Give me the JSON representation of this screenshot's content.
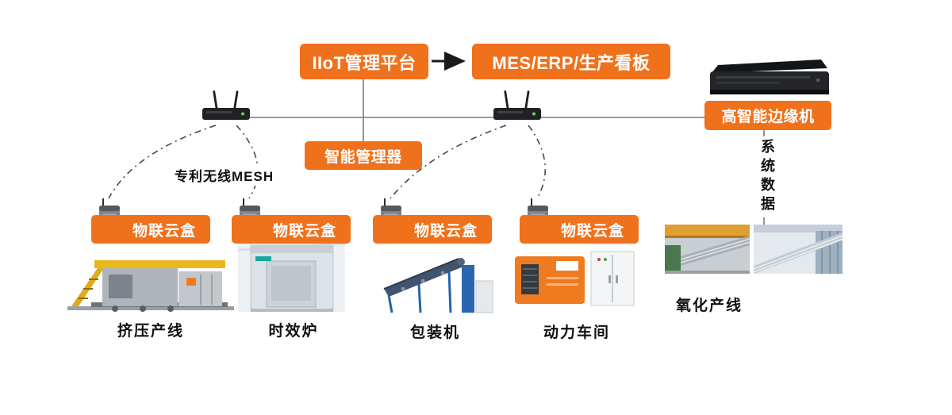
{
  "colors": {
    "accent": "#F0711C",
    "wire": "#7a7a7a",
    "arrow": "#1a1a1a"
  },
  "nodes": {
    "platform": "IIoT管理平台",
    "mes": "MES/ERP/生产看板",
    "manager": "智能管理器",
    "edge": "高智能边缘机",
    "system_data": "系统数据",
    "mesh": "专利无线MESH",
    "iot_box": "物联云盒"
  },
  "machines": [
    {
      "label": "挤压产线"
    },
    {
      "label": "时效炉"
    },
    {
      "label": "包装机"
    },
    {
      "label": "动力车间"
    },
    {
      "label": "氧化产线"
    }
  ]
}
